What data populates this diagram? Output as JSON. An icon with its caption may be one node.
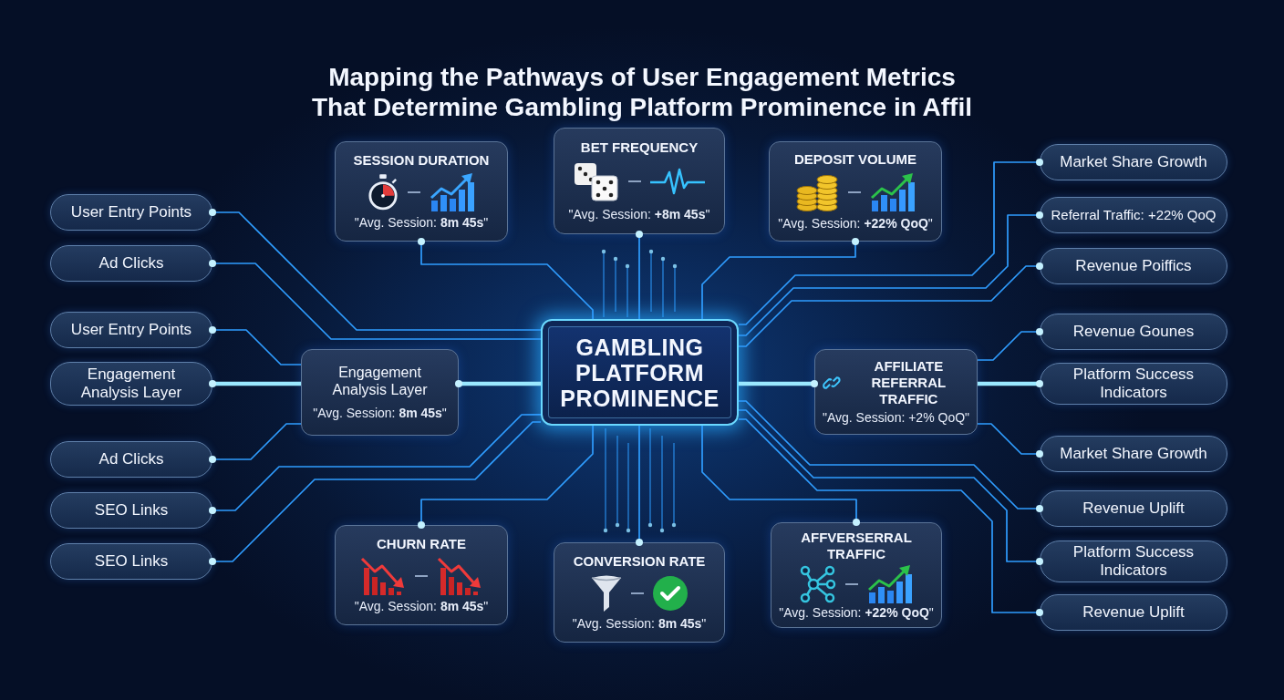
{
  "diagram": {
    "title": "Mapping the Pathways of User Engagement Metrics That Determine Gambling Platform Prominence in Affil",
    "nodes": [
      {
        "text": [
          "SESSION DURATION",
          "\"Avg. Session: **8m 45s**\""
        ]
      },
      {
        "text": [
          "BET FREQUENCY",
          "\"Avg. Session: **+8m 45s**\""
        ]
      },
      {
        "text": [
          "DEPOSIT VOLUME",
          "\"Avg. Session: **+22% QoQ**\""
        ]
      },
      {
        "text": [
          "User Entry Points"
        ]
      },
      {
        "text": [
          "Ad Clicks"
        ]
      },
      {
        "text": [
          "User Entry Points"
        ]
      },
      {
        "text": [
          "Engagement Analysis Layer"
        ]
      },
      {
        "text": [
          "Ad Clicks"
        ]
      },
      {
        "text": [
          "SEO Links"
        ]
      },
      {
        "text": [
          "SEO Links"
        ]
      },
      {
        "text": [
          "Engagement Analysis Layer",
          "\"Avg. Session: **8m 45s**\""
        ]
      },
      {
        "text": [
          "GAMBLING PLATFORM PROMINENCE"
        ]
      },
      {
        "text": [
          "AFFILIATE REFERRAL TRAFFIC",
          "\"Avg. Session: +2% QoQ\""
        ]
      },
      {
        "text": [
          "CHURN RATE",
          "\"Avg. Session: **8m 45s**\""
        ]
      },
      {
        "text": [
          "CONVERSION RATE",
          "\"Avg. Session: **8m 45s**\""
        ]
      },
      {
        "text": [
          "AFFVERSERRAL TRAFFIC",
          "\"Avg. Session: **+22% QoQ**\""
        ]
      },
      {
        "text": [
          "Market Share Growth"
        ]
      },
      {
        "text": [
          "Referral Traffic: +22% QoQ"
        ]
      },
      {
        "text": [
          "Revenue Poiffics"
        ]
      },
      {
        "text": [
          "Revenue Gounes"
        ]
      },
      {
        "text": [
          "Platform Success Indicators"
        ]
      },
      {
        "text": [
          "Market Share Growth"
        ]
      },
      {
        "text": [
          "Revenue Uplift"
        ]
      },
      {
        "text": [
          "Platform Success Indicators"
        ]
      },
      {
        "text": [
          "Revenue Uplift"
        ]
      }
    ],
    "edges": [
      {
        "from": 3,
        "to": 11,
        "arrow": "other"
      },
      {
        "from": 4,
        "to": 11,
        "arrow": "other"
      },
      {
        "from": 5,
        "to": 10,
        "arrow": "other"
      },
      {
        "from": 6,
        "to": 10,
        "arrow": "other",
        "style": "thick",
        "color": "#9ae8ff"
      },
      {
        "from": 7,
        "to": 10,
        "arrow": "other"
      },
      {
        "from": 8,
        "to": 11,
        "arrow": "other"
      },
      {
        "from": 9,
        "to": 11,
        "arrow": "other"
      },
      {
        "from": 10,
        "to": 11,
        "arrow": "other",
        "style": "thick",
        "color": "#9ae8ff"
      },
      {
        "from": 0,
        "to": 11,
        "arrow": "other"
      },
      {
        "from": 1,
        "to": 11,
        "arrow": "other"
      },
      {
        "from": 2,
        "to": 11,
        "arrow": "other"
      },
      {
        "from": 13,
        "to": 11,
        "arrow": "other"
      },
      {
        "from": 14,
        "to": 11,
        "arrow": "other"
      },
      {
        "from": 15,
        "to": 11,
        "arrow": "other"
      },
      {
        "from": 12,
        "to": 11,
        "arrow": "other",
        "style": "thick",
        "color": "#9ae8ff"
      },
      {
        "from": 16,
        "to": 11,
        "arrow": "other"
      },
      {
        "from": 17,
        "to": 11,
        "arrow": "other"
      },
      {
        "from": 18,
        "to": 11,
        "arrow": "other"
      },
      {
        "from": 19,
        "to": 12,
        "arrow": "other"
      },
      {
        "from": 20,
        "to": 12,
        "arrow": "other",
        "style": "thick",
        "color": "#9ae8ff"
      },
      {
        "from": 21,
        "to": 12,
        "arrow": "other"
      },
      {
        "from": 22,
        "to": 11,
        "arrow": "other"
      },
      {
        "from": 23,
        "to": 11,
        "arrow": "other"
      },
      {
        "from": 24,
        "to": 11,
        "arrow": "other"
      }
    ]
  }
}
